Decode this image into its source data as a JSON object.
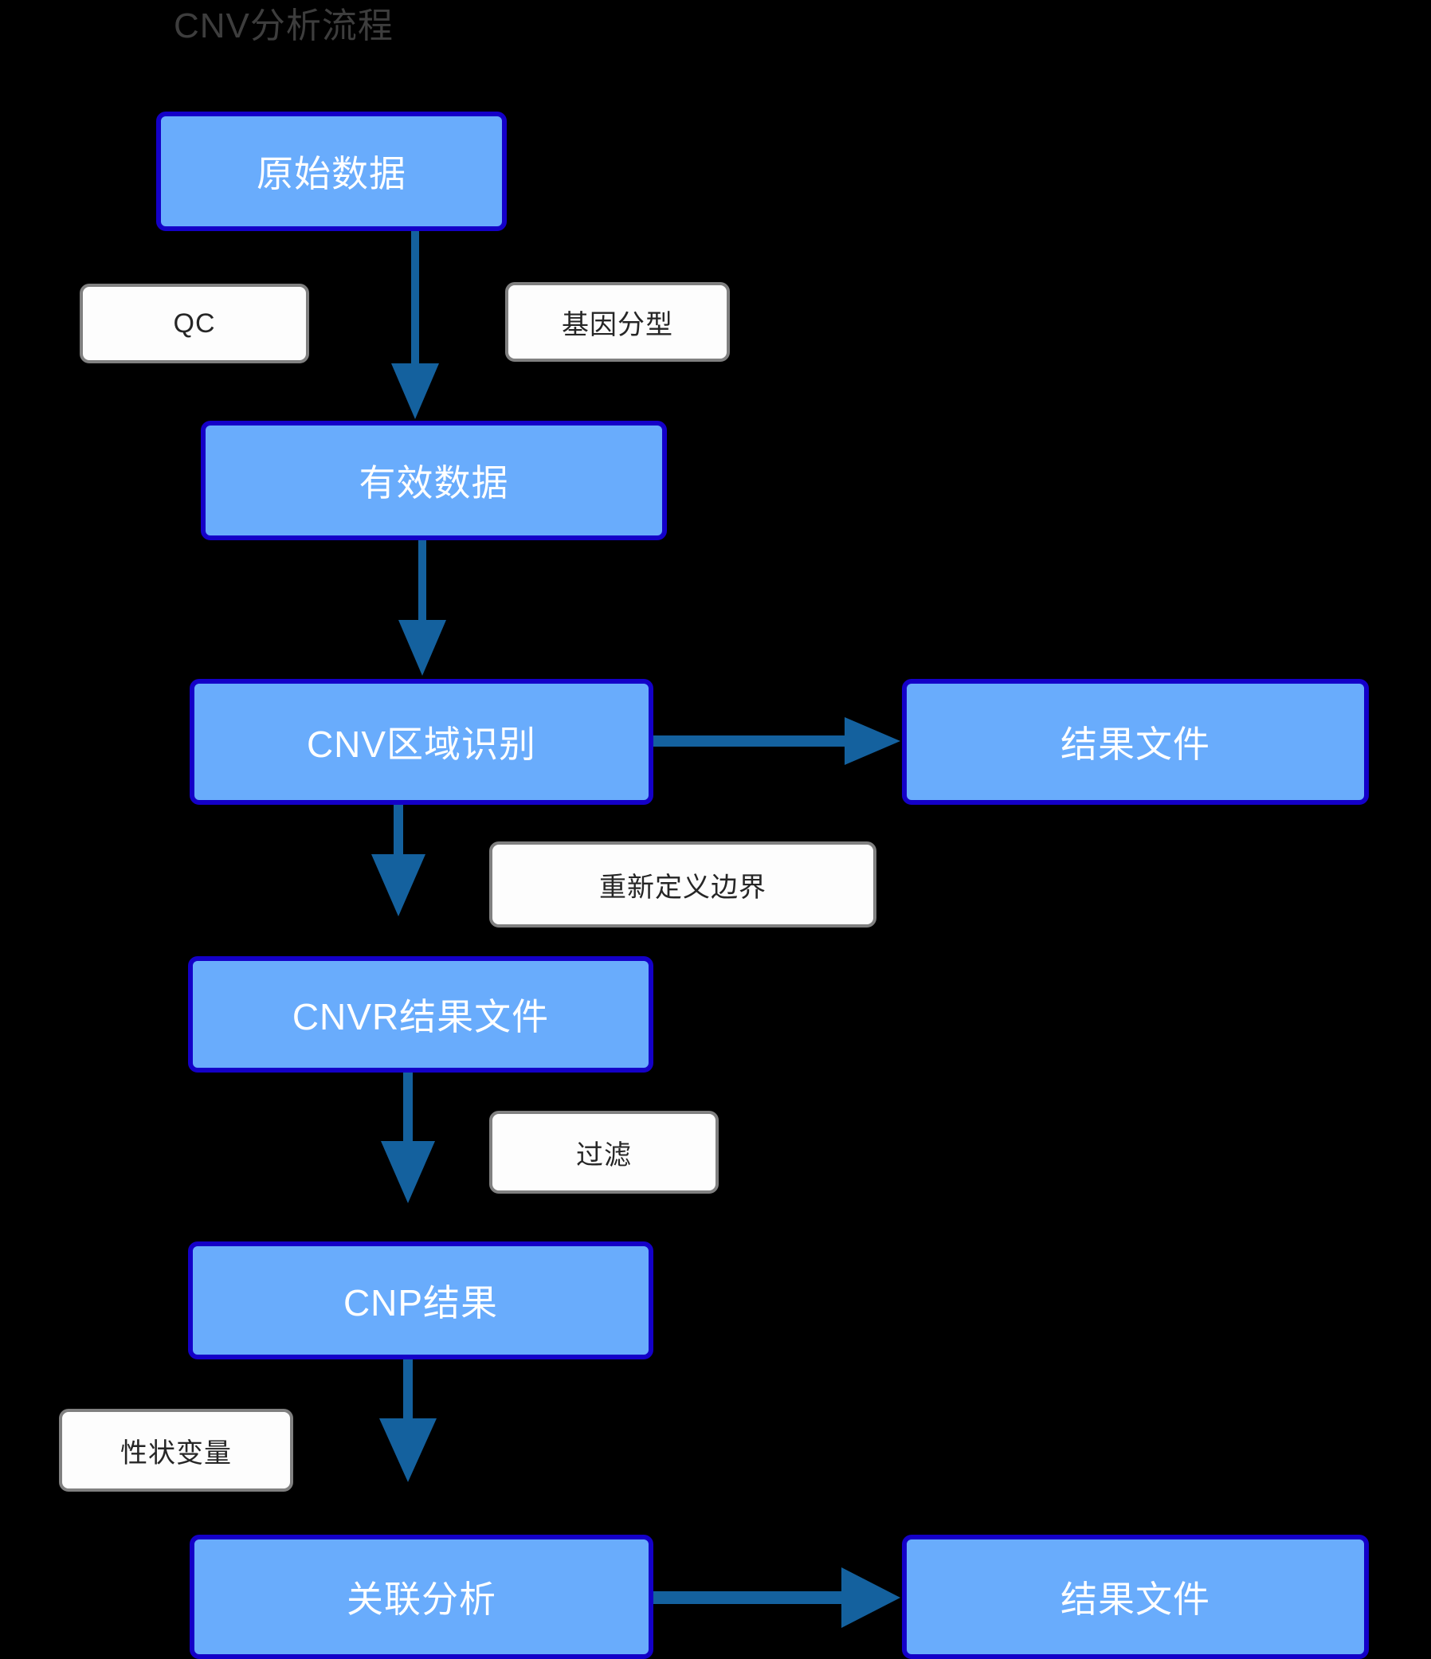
{
  "diagram": {
    "title": "CNV分析流程",
    "title_color": "#3d3d3d",
    "background_color": "#000000",
    "node_fill": "#69acfc",
    "node_border": "#1400c8",
    "node_text_color": "#ffffff",
    "edge_color": "#14619e",
    "chip_fill": "#fdfdfd",
    "chip_border": "#808080",
    "chip_text_color": "#262626"
  },
  "nodes": [
    {
      "id": "raw-data",
      "label": "原始数据"
    },
    {
      "id": "valid-data",
      "label": "有效数据"
    },
    {
      "id": "cnv-region",
      "label": "CNV区域识别"
    },
    {
      "id": "result-file-1",
      "label": "结果文件"
    },
    {
      "id": "cnvr-result",
      "label": "CNVR结果文件"
    },
    {
      "id": "cnp-result",
      "label": "CNP结果"
    },
    {
      "id": "assoc-analysis",
      "label": "关联分析"
    },
    {
      "id": "result-file-2",
      "label": "结果文件"
    }
  ],
  "edge_labels": [
    {
      "id": "qc",
      "label": "QC"
    },
    {
      "id": "genotyping",
      "label": "基因分型"
    },
    {
      "id": "redefine",
      "label": "重新定义边界"
    },
    {
      "id": "filter",
      "label": "过滤"
    },
    {
      "id": "trait",
      "label": "性状变量"
    }
  ],
  "edges": [
    {
      "id": "raw-to-valid",
      "from": "原始数据",
      "to": "有效数据",
      "labels": [
        "QC",
        "基因分型"
      ]
    },
    {
      "id": "valid-to-cnv",
      "from": "有效数据",
      "to": "CNV区域识别",
      "labels": []
    },
    {
      "id": "cnv-to-result1",
      "from": "CNV区域识别",
      "to": "结果文件",
      "labels": []
    },
    {
      "id": "cnv-to-cnvr",
      "from": "CNV区域识别",
      "to": "CNVR结果文件",
      "labels": [
        "重新定义边界"
      ]
    },
    {
      "id": "cnvr-to-cnp",
      "from": "CNVR结果文件",
      "to": "CNP结果",
      "labels": [
        "过滤"
      ]
    },
    {
      "id": "cnp-to-assoc",
      "from": "CNP结果",
      "to": "关联分析",
      "labels": [
        "性状变量"
      ]
    },
    {
      "id": "assoc-to-result2",
      "from": "关联分析",
      "to": "结果文件",
      "labels": []
    }
  ]
}
